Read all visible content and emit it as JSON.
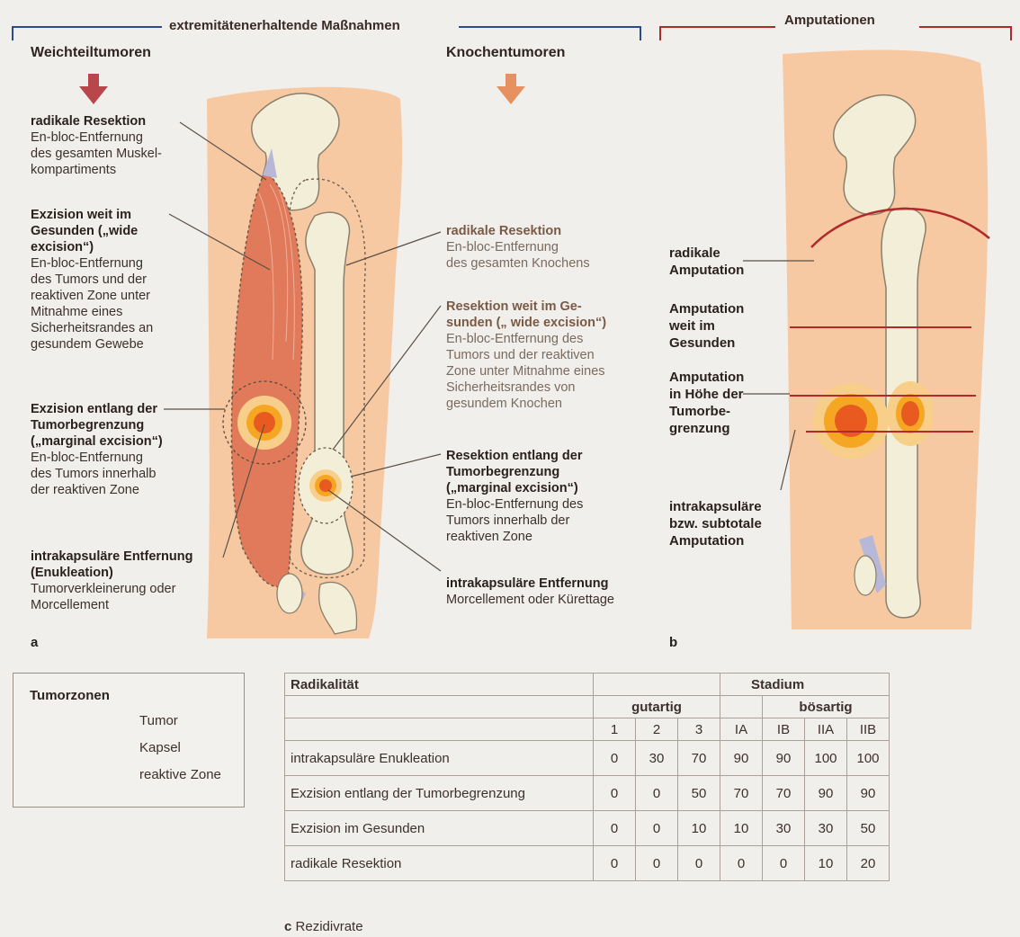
{
  "headers": {
    "limb_saving": "extremitätenerhaltende Maßnahmen",
    "amputations": "Amputationen"
  },
  "columns": {
    "soft_tissue": "Weichteiltumoren",
    "bone": "Knochentumoren"
  },
  "soft_tissue_labels": [
    {
      "title": "radikale  Resektion",
      "desc": [
        "En-bloc-Entfernung",
        "des gesamten Muskel-",
        "kompartiments"
      ]
    },
    {
      "title_lines": [
        "Exzision weit im",
        "Gesunden („wide",
        "excision“)"
      ],
      "desc": [
        "En-bloc-Entfernung",
        "des Tumors und der",
        "reaktiven Zone unter",
        "Mitnahme eines",
        "Sicherheitsrandes an",
        "gesundem Gewebe"
      ]
    },
    {
      "title_lines": [
        "Exzision entlang der",
        "Tumorbegrenzung",
        "(„marginal excision“)"
      ],
      "desc": [
        "En-bloc-Entfernung",
        "des Tumors innerhalb",
        "der reaktiven Zone"
      ]
    },
    {
      "title_lines": [
        "intrakapsuläre Entfernung",
        "(Enukleation)"
      ],
      "desc": [
        "Tumorverkleinerung oder",
        "Morcellement"
      ]
    }
  ],
  "bone_labels": [
    {
      "title": "radikale Resektion",
      "desc": [
        "En-bloc-Entfernung",
        "des gesamten Knochens"
      ]
    },
    {
      "title_lines": [
        "Resektion weit im Ge-",
        "sunden („ wide excision“)"
      ],
      "desc": [
        "En-bloc-Entfernung des",
        "Tumors und der reaktiven",
        "Zone unter Mitnahme eines",
        "Sicherheitsrandes von",
        "gesundem Knochen"
      ]
    },
    {
      "title_lines": [
        "Resektion  entlang der",
        "Tumorbegrenzung",
        "(„marginal excision“)"
      ],
      "desc": [
        "En-bloc-Entfernung des",
        "Tumors innerhalb der",
        "reaktiven Zone"
      ]
    },
    {
      "title": "intrakapsuläre Entfernung",
      "desc": [
        "Morcellement oder Kürettage"
      ]
    }
  ],
  "amputation_labels": [
    {
      "lines": [
        "radikale",
        "Amputation"
      ]
    },
    {
      "lines": [
        "Amputation",
        "weit im",
        "Gesunden"
      ]
    },
    {
      "lines": [
        "Amputation",
        "in Höhe der",
        "Tumorbe-",
        "grenzung"
      ]
    },
    {
      "lines": [
        "intrakapsuläre",
        "bzw. subtotale",
        "Amputation"
      ]
    }
  ],
  "panel_letters": {
    "a": "a",
    "b": "b",
    "c": "c"
  },
  "legend": {
    "title": "Tumorzonen",
    "items": [
      "Tumor",
      "Kapsel",
      "reaktive Zone"
    ]
  },
  "table": {
    "caption": "Rezidivrate",
    "header_row": {
      "label": "Radikalität",
      "stadium": "Stadium"
    },
    "groups": {
      "benign": "gutartig",
      "malignant": "bösartig"
    },
    "stages": [
      "1",
      "2",
      "3",
      "IA",
      "IB",
      "IIA",
      "IIB"
    ],
    "rows": [
      {
        "label": "intrakapsuläre Enukleation",
        "values": [
          "0",
          "30",
          "70",
          "90",
          "90",
          "100",
          "100"
        ]
      },
      {
        "label": "Exzision entlang der Tumorbegrenzung",
        "values": [
          "0",
          "0",
          "50",
          "70",
          "70",
          "90",
          "90"
        ]
      },
      {
        "label": "Exzision im Gesunden",
        "values": [
          "0",
          "0",
          "10",
          "10",
          "30",
          "30",
          "50"
        ]
      },
      {
        "label": "radikale Resektion",
        "values": [
          "0",
          "0",
          "0",
          "0",
          "0",
          "10",
          "20"
        ]
      }
    ]
  },
  "colors": {
    "skin": "#f7c9a3",
    "muscle": "#e07a5a",
    "bone": "#f3eed7",
    "tumor_core": "#e85a20",
    "capsule": "#f5a623",
    "reactive_zone": "#f8cf8a",
    "header_red": "#b02a2a",
    "header_blue": "#2f4a8a",
    "arrow": "#b8464a"
  }
}
